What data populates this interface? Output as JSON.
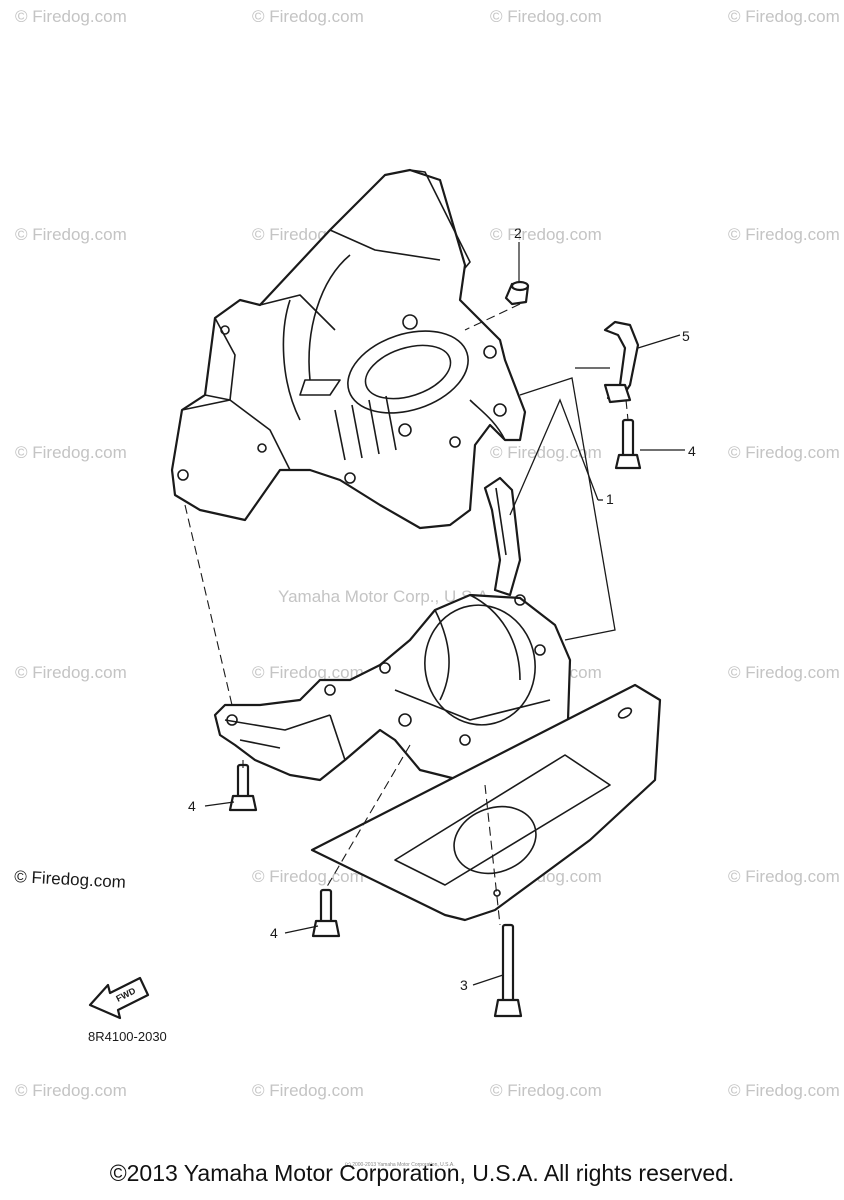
{
  "watermarks": {
    "firedog": "© Firedog.com",
    "center": "Yamaha Motor Corp., U.S.A.",
    "corner": "© Firedog.com"
  },
  "callouts": {
    "part_1": "1",
    "part_2": "2",
    "part_3": "3",
    "part_4_right": "4",
    "part_4_left": "4",
    "part_4_bottom": "4",
    "part_5": "5"
  },
  "fwd_label": "FWD",
  "diagram_code": "8R4100-2030",
  "footer": {
    "copyright": "©2013 Yamaha Motor Corporation, U.S.A. All rights reserved.",
    "small_print": "(c) 2000-2013 Yamaha Motor Corporation, U.S.A."
  },
  "colors": {
    "line": "#1a1a1a",
    "watermark": "#c4c4c4"
  }
}
